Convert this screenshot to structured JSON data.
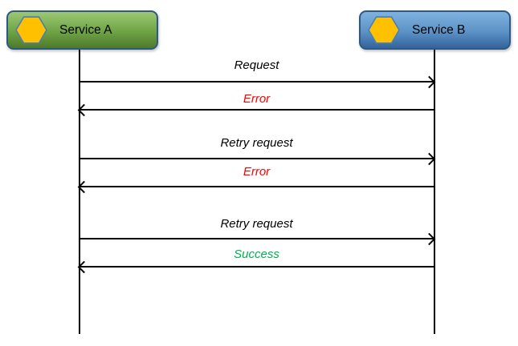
{
  "diagram": {
    "type": "sequence-diagram",
    "actors": [
      {
        "label": "Service A",
        "icon": "hexagon-icon",
        "fill_top": "#9CC873",
        "fill_bottom": "#4E7A2B",
        "border_color": "#2E5984"
      },
      {
        "label": "Service B",
        "icon": "hexagon-icon",
        "fill_top": "#7FB2DF",
        "fill_bottom": "#33639B",
        "border_color": "#2E5984"
      }
    ],
    "icon_fill": "#FFC000",
    "icon_stroke": "#4A7EBB",
    "line_color": "#000000",
    "messages": [
      {
        "label": "Request",
        "from": "Service A",
        "to": "Service B",
        "direction": "right",
        "color": "#000000"
      },
      {
        "label": "Error",
        "from": "Service B",
        "to": "Service A",
        "direction": "left",
        "color": "#FF0000"
      },
      {
        "label": "Retry request",
        "from": "Service A",
        "to": "Service B",
        "direction": "right",
        "color": "#000000"
      },
      {
        "label": "Error",
        "from": "Service B",
        "to": "Service A",
        "direction": "left",
        "color": "#FF0000"
      },
      {
        "label": "Retry request",
        "from": "Service A",
        "to": "Service B",
        "direction": "right",
        "color": "#000000"
      },
      {
        "label": "Success",
        "from": "Service B",
        "to": "Service A",
        "direction": "left",
        "color": "#00B050"
      }
    ]
  }
}
